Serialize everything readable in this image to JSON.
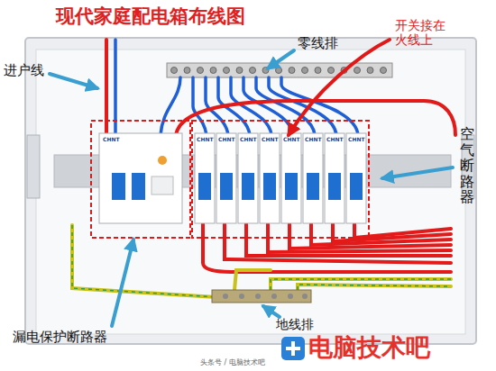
{
  "diagram": {
    "title": "现代家庭配电箱布线图",
    "labels": [
      "零线排",
      "开关接在火线上",
      "进户线",
      "空气断路器",
      "漏电保护断路器",
      "地线排",
      "电脑技术吧",
      "头条号 / 电脑技术吧",
      "CHNT",
      "CHNT",
      "CHNT",
      "CHNT",
      "CHNT",
      "CHNT",
      "CHNT",
      "CHNT",
      "CHNT"
    ]
  }
}
